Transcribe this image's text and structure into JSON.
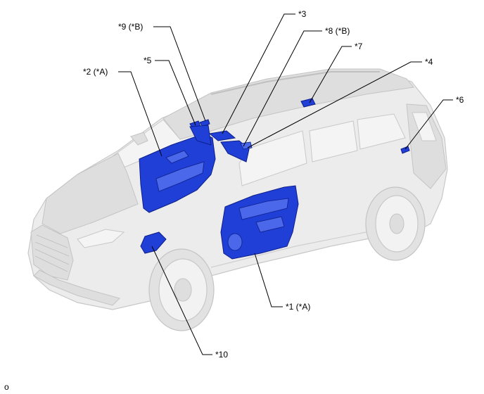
{
  "labels": {
    "l9": "*9 (*B)",
    "l3": "*3",
    "l8": "*8 (*B)",
    "l7": "*7",
    "l5": "*5",
    "l4": "*4",
    "l2": "*2 (*A)",
    "l6": "*6",
    "l1": "*1 (*A)",
    "l10": "*10"
  },
  "corner_mark": "o",
  "colors": {
    "highlight": "#1f3fd6",
    "body": "#ececec",
    "outline": "#c8c8c8"
  }
}
